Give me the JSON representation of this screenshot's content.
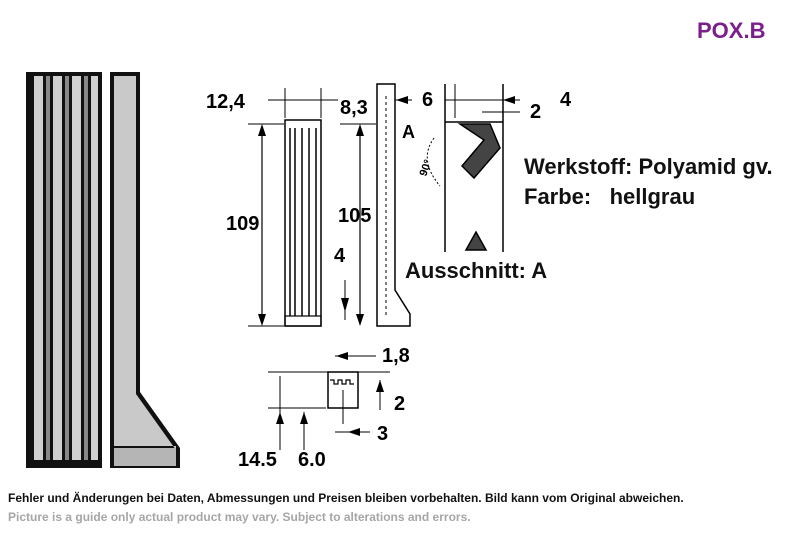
{
  "product_code": "POX.B",
  "dimensions": {
    "width_front": "12,4",
    "width_inner": "8,3",
    "side_thickness": "6",
    "section_width": "4",
    "section_inner": "2",
    "height_total": "109",
    "height_side": "105",
    "base_height": "4",
    "top_gap": "1,8",
    "top_step": "2",
    "top_width": "14.5",
    "top_inner": "6.0",
    "top_slot": "3",
    "angle": "90°",
    "section_marker": "A"
  },
  "specs": {
    "material": "Werkstoff: Polyamid gv.",
    "color": "Farbe:   hellgrau",
    "cutout": "Ausschnitt: A"
  },
  "disclaimer": {
    "de": "Fehler und Änderungen bei Daten, Abmessungen und Preisen bleiben vorbehalten. Bild kann vom Original abweichen.",
    "en": "Picture is a guide only actual product may vary. Subject to alterations and errors."
  }
}
